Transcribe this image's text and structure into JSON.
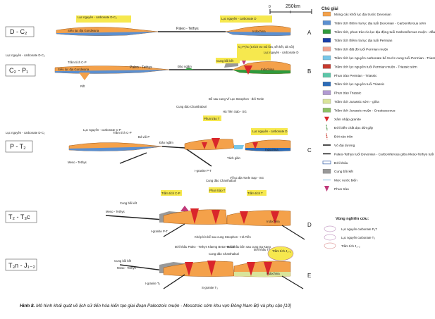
{
  "scale": {
    "zero": "0",
    "label": "250km"
  },
  "stages": [
    {
      "id": "A",
      "name": "D - C₂",
      "letter": "A"
    },
    {
      "id": "B",
      "name": "C₂ - P₁",
      "letter": "B"
    },
    {
      "id": "C",
      "name": "P - T₂",
      "letter": "C"
    },
    {
      "id": "D",
      "name": "T₂ - T₃c",
      "letter": "D"
    },
    {
      "id": "E",
      "name": "T₃n - J₁₋₂",
      "letter": "E"
    }
  ],
  "panel_labels": {
    "A": {
      "carb1": "Lục nguyên - carbonate D-C₂",
      "carb2": "Lục nguyên - carbonate D",
      "gondwana": "Siêu lục địa Gondwana",
      "tethys": "Paleo - Tethys",
      "indochina": "Indochina"
    },
    "B": {
      "carb1": "Lục nguyên - carbonate D-C₂",
      "cp": "Trầm tích C-P",
      "gondwana": "Siêu lục địa Gondwana",
      "rift": "Rift",
      "tethys": "Paleo - Tethys",
      "dao_ngam": "Đảo ngầm",
      "cung_boi_ket": "Cung bồi kết",
      "cp_hc": "C₂-P₁hc (tr.tích tro núi lửa, sết kết, đá vôi)",
      "carb2": "Lục nguyên - carbonate D",
      "indochina": "Indochina"
    },
    "C": {
      "cung_dao": "Cung đảo Chanthaburi",
      "be_sau": "Bể sau cung Vĩ Lục Steophon - đới Tonle",
      "ha_tien": "Hà Tiên Sab - SG",
      "phun_trao": "Phun trào T",
      "carb_dc": "Lục nguyên - carbonate D-C₂",
      "carb_cp": "Lục nguyên - carbonate C-P",
      "cp": "Trầm tích C-P",
      "da_voi": "Đá vôi P",
      "dao_ngam": "Đảo ngầm",
      "meso": "Meso - Tethys",
      "tach_gian": "Tách giãn",
      "igranite": "I-granite P-T",
      "indochina": "Indochina",
      "carb_d": "Lục nguyên - carbonate D"
    },
    "D": {
      "cung_dao": "Cung đảo Chanthaburi",
      "vi_luc": "Vĩ lục địa Tonle Sap - SG",
      "tt_cp": "Trầm tích C-P",
      "phun_trao": "Phun trào T",
      "tram_tich_t": "Trầm tích T",
      "cung_boi_ket": "Cung bồi kết",
      "meso": "Meso - Tethys",
      "khep_kin": "Khép kín bể sau cung Steophon - Hà Tiên",
      "igranite": "I-granite P-T",
      "indochina": "Indochina"
    },
    "E": {
      "doi_khau": "Đới khâu Paleo - Tethys Klaeng Beton-Raub",
      "cung_dao": "Cung đảo Chanthaburi",
      "doi_khau2": "Đới khâu bồn sau cung Sa Kaeo",
      "doi_khau3": "Đới khâu Tây Ninh",
      "tram_tich_j": "Trầm tích J₁₋₂",
      "cung_boi_ket": "Cung bồi kết",
      "meso": "Meso - Tethys",
      "igranite": "I-granite T₂",
      "sgranite": "S-granite T₃",
      "indochina": "Indochina"
    }
  },
  "legend": {
    "title": "Chú giải",
    "items": [
      {
        "color": "#f4a14a",
        "type": "box",
        "label": "Móng các khối lục địa trước Devonian"
      },
      {
        "color": "#5b8fd0",
        "type": "box",
        "label": "Trầm tích thềm rìa lục địa tuổi Devonian - Carboniferous sớm"
      },
      {
        "color": "#2f9a3d",
        "type": "box",
        "label": "Trầm tích, phun trào rìa lục địa động tuổi Carboniferous muộn - đầu Permian"
      },
      {
        "color": "#1a3fa8",
        "type": "box",
        "label": "Trầm tích thềm rìa lục địa tuổi Permian"
      },
      {
        "color": "#f2a28e",
        "type": "box",
        "label": "Trầm tích đất đỏ tuổi Permian muộn"
      },
      {
        "color": "#78c6e8",
        "type": "box",
        "label": "Trầm tích lục nguyên carbonate bể trước cung tuổi Permian - Triassic"
      },
      {
        "color": "#c83a2e",
        "type": "box",
        "label": "Trầm tích lục nguyên tuổi Permian muộn - Triassic sớm"
      },
      {
        "color": "#5cc6a8",
        "type": "box",
        "label": "Phun trào Permian - Triassic"
      },
      {
        "color": "#2c6cb8",
        "type": "box",
        "label": "Trầm tích lục nguyên tuổi Triassic"
      },
      {
        "color": "#b19ad2",
        "type": "box",
        "label": "Phun trào Triassic"
      },
      {
        "color": "#d9e49a",
        "type": "box",
        "label": "Trầm tích Jurassic sớm - giữa"
      },
      {
        "color": "#8cc064",
        "type": "box",
        "label": "Trầm tích Jurassic muộn - Createaceous"
      },
      {
        "color": "#d9262b",
        "type": "granite",
        "label": "Xâm nhập granite"
      },
      {
        "color": "#3d8a3a",
        "type": "fault",
        "label": "Đới biến chất dọc đứt gãy"
      },
      {
        "color": "#c8362b",
        "type": "fault",
        "label": "Đới xáo trộn"
      },
      {
        "color": "#222222",
        "type": "plate",
        "label": "Vỏ đại dương"
      },
      {
        "color": "#222222",
        "type": "plate",
        "label": "Paleo-Tethys tuổi Devonian - Carboniferous giữa Meso-Tethys tuổi Permian sớm - Triassic"
      },
      {
        "color": "#4a6fb0",
        "type": "suture",
        "label": "Đới khâu"
      },
      {
        "color": "#999999",
        "type": "box",
        "label": "Cung bồi kết"
      },
      {
        "color": "#7fb6e0",
        "type": "line",
        "label": "Mực nước biển"
      },
      {
        "color": "#c0397a",
        "type": "volcano",
        "label": "Phun trào"
      }
    ]
  },
  "study": {
    "title": "Vùng nghiên cứu:",
    "items": [
      {
        "label": "Lục nguyên carbonate P₂T"
      },
      {
        "label": "Lục nguyên carbonate T₃"
      },
      {
        "label": "Trầm tích J₁₋₂"
      }
    ]
  },
  "caption": {
    "bold": "Hình 8.",
    "text": " Mô hình khái quát về lịch sử tiến hóa kiến tạo giai đoạn Paleozoic muộn - Mesozoic sớm khu vực Đông Nam Bộ và phụ cận [10]"
  }
}
